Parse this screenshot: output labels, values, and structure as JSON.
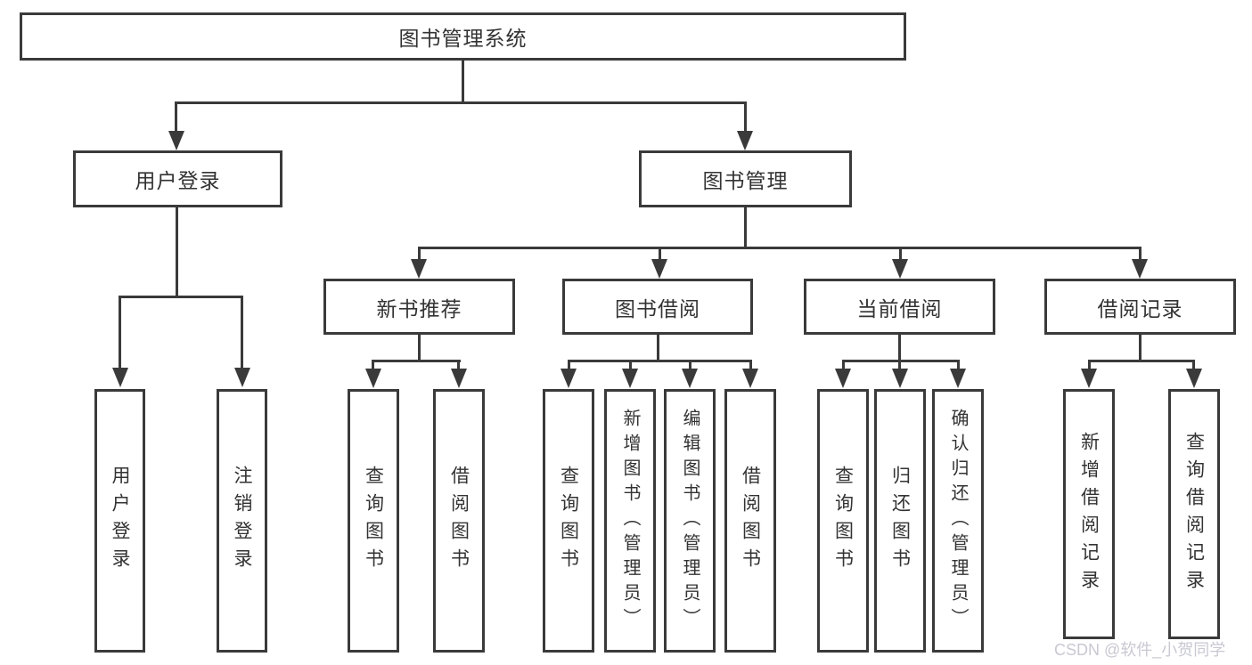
{
  "diagram": {
    "root": {
      "label": "图书管理系统"
    },
    "level2": [
      {
        "label": "用户登录"
      },
      {
        "label": "图书管理"
      }
    ],
    "level3": [
      {
        "label": "新书推荐"
      },
      {
        "label": "图书借阅"
      },
      {
        "label": "当前借阅"
      },
      {
        "label": "借阅记录"
      }
    ],
    "leaves": {
      "user_login": [
        {
          "label": "用户登录"
        },
        {
          "label": "注销登录"
        }
      ],
      "new_book": [
        {
          "label": "查询图书"
        },
        {
          "label": "借阅图书"
        }
      ],
      "book_borrow": [
        {
          "label": "查询图书"
        },
        {
          "label": "新增图书（管理员）"
        },
        {
          "label": "编辑图书（管理员）"
        },
        {
          "label": "借阅图书"
        }
      ],
      "current_borrow": [
        {
          "label": "查询图书"
        },
        {
          "label": "归还图书"
        },
        {
          "label": "确认归还（管理员）"
        }
      ],
      "borrow_records": [
        {
          "label": "新增借阅记录"
        },
        {
          "label": "查询借阅记录"
        }
      ]
    },
    "colors": {
      "line": "#3a3a3a",
      "box_border": "#3a3a3a",
      "text": "#333333",
      "background": "#ffffff",
      "watermark": "#c8c8d2"
    }
  },
  "watermark": {
    "text": "CSDN @软件_小贺同学"
  }
}
